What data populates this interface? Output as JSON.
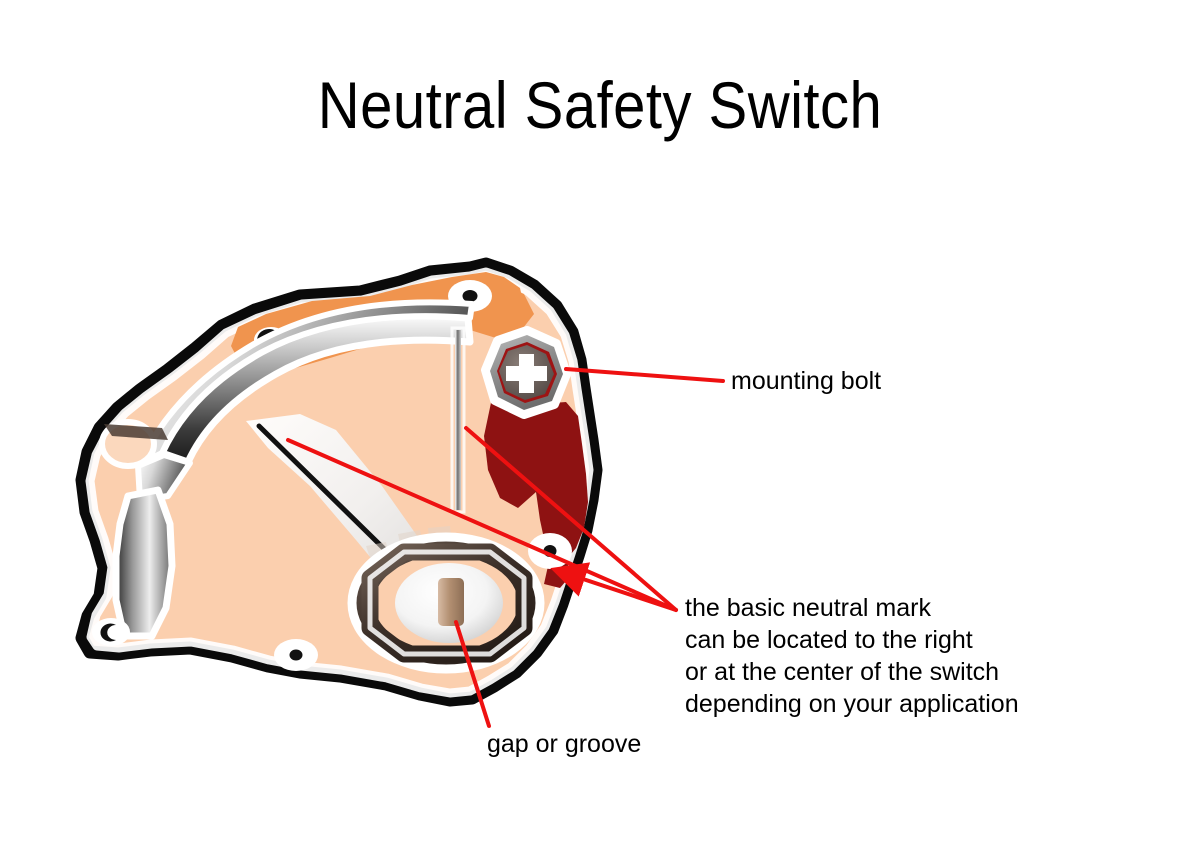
{
  "page": {
    "title": "Neutral Safety Switch",
    "background_color": "#ffffff"
  },
  "colors": {
    "leader_red": "#ee1111",
    "body_fill": "#fbcfae",
    "body_upper_band": "#f0944e",
    "body_outline": "#000000",
    "dark_red_panel": "#8e1212",
    "metal_dark": "#3a3a3a",
    "metal_light": "#f2f2f2",
    "hub_ring": "#4a3c34",
    "groove_tab": "#b99377",
    "text": "#000000"
  },
  "diagram": {
    "name": "neutral-safety-switch-housing",
    "parts": [
      {
        "name": "housing-body",
        "label": ""
      },
      {
        "name": "upper-orange-band",
        "label": ""
      },
      {
        "name": "dark-red-panel",
        "label": ""
      },
      {
        "name": "large-metal-arc",
        "label": ""
      },
      {
        "name": "left-metal-band",
        "label": ""
      },
      {
        "name": "center-neutral-line",
        "label": ""
      },
      {
        "name": "hub-assembly",
        "label": ""
      },
      {
        "name": "groove-tab",
        "label": ""
      },
      {
        "name": "mounting-bolt-head",
        "label": ""
      }
    ]
  },
  "callouts": {
    "mounting_bolt": {
      "text": "mounting bolt"
    },
    "neutral_mark": {
      "lines": [
        "the basic neutral mark",
        "can be located to the right",
        "or at the center of the switch",
        "depending on your application"
      ]
    },
    "gap_or_groove": {
      "text": "gap or groove"
    }
  }
}
